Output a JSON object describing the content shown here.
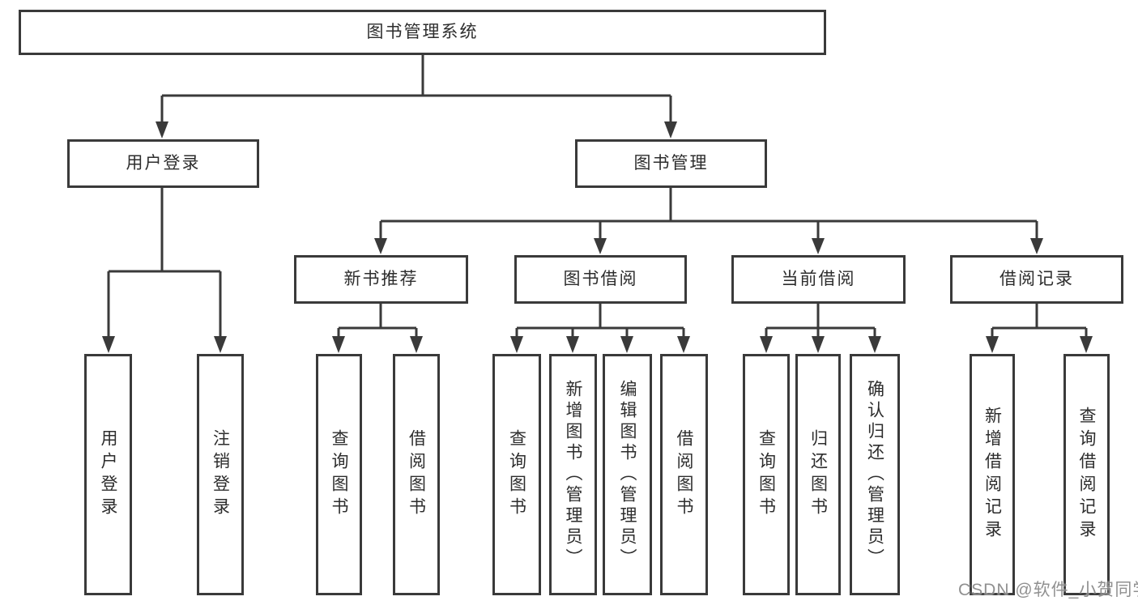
{
  "tree": {
    "label": "图书管理系统",
    "children": [
      {
        "label": "用户登录",
        "children": [
          {
            "label": "用户登录"
          },
          {
            "label": "注销登录"
          }
        ]
      },
      {
        "label": "图书管理",
        "children": [
          {
            "label": "新书推荐",
            "children": [
              {
                "label": "查询图书"
              },
              {
                "label": "借阅图书"
              }
            ]
          },
          {
            "label": "图书借阅",
            "children": [
              {
                "label": "查询图书"
              },
              {
                "label": "新增图书（管理员）"
              },
              {
                "label": "编辑图书（管理员）"
              },
              {
                "label": "借阅图书"
              }
            ]
          },
          {
            "label": "当前借阅",
            "children": [
              {
                "label": "查询图书"
              },
              {
                "label": "归还图书"
              },
              {
                "label": "确认归还（管理员）"
              }
            ]
          },
          {
            "label": "借阅记录",
            "children": [
              {
                "label": "新增借阅记录"
              },
              {
                "label": "查询借阅记录"
              }
            ]
          }
        ]
      }
    ]
  },
  "watermark": {
    "text": "CSDN @软件_小贺同学"
  },
  "colors": {
    "line": "#3a3a3a",
    "box_background": "#ffffff",
    "text": "#2d2d2d",
    "watermark": "#7d7d7d"
  }
}
